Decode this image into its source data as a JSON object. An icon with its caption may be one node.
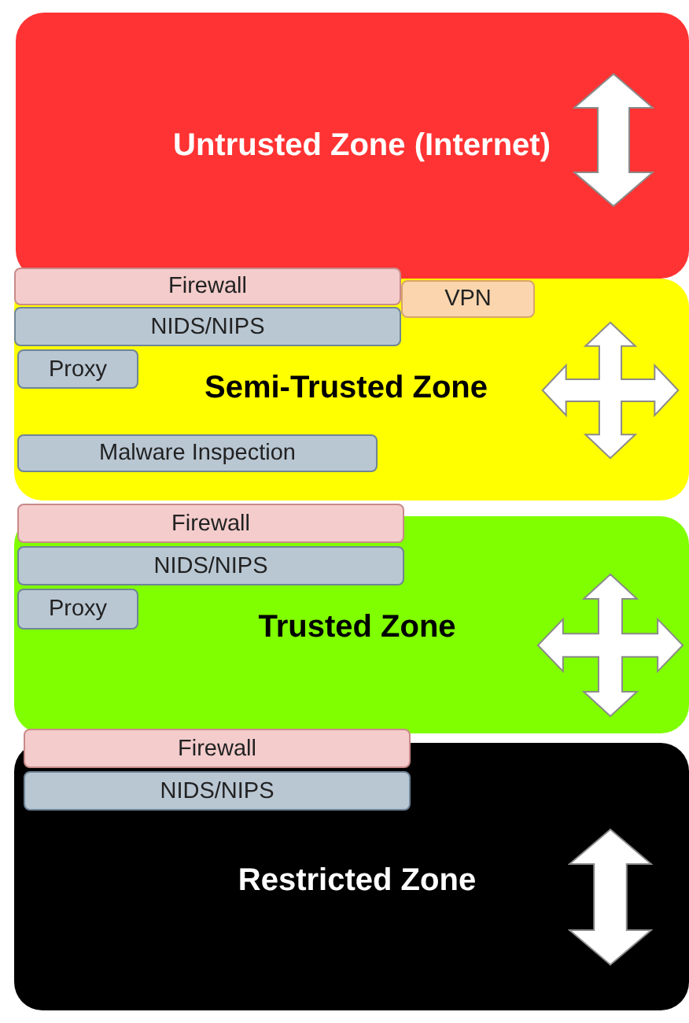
{
  "diagram": {
    "nodes": [
      {
        "text": [
          "Untrusted Zone (Internet)"
        ]
      },
      {
        "text": [
          "Firewall"
        ]
      },
      {
        "text": [
          "VPN"
        ],
        "in": 3
      },
      {
        "text": [
          "Semi-Trusted Zone"
        ]
      },
      {
        "text": [
          "NIDS/NIPS"
        ],
        "in": 3
      },
      {
        "text": [
          "Proxy"
        ],
        "in": 3
      },
      {
        "text": [
          "Malware Inspection"
        ],
        "in": 3
      },
      {
        "text": [
          "Firewall"
        ]
      },
      {
        "text": [
          "Trusted Zone"
        ]
      },
      {
        "text": [
          "NIDS/NIPS"
        ],
        "in": 8
      },
      {
        "text": [
          "Proxy"
        ],
        "in": 8
      },
      {
        "text": [
          "Firewall"
        ]
      },
      {
        "text": [
          "Restricted Zone"
        ]
      },
      {
        "text": [
          "NIDS/NIPS"
        ],
        "in": 12
      }
    ]
  }
}
